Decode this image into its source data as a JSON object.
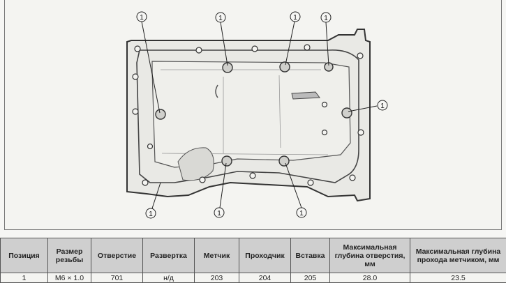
{
  "figure": {
    "callout_label": "1"
  },
  "table": {
    "headers": [
      "Позиция",
      "Размер резьбы",
      "Отверстие",
      "Развертка",
      "Метчик",
      "Проходчик",
      "Вставка",
      "Максимальная глубина отверстия, мм",
      "Максимальная глубина прохода метчиком, мм"
    ],
    "rows": [
      [
        "1",
        "M6 × 1.0",
        "701",
        "н/д",
        "203",
        "204",
        "205",
        "28.0",
        "23.5"
      ]
    ]
  }
}
